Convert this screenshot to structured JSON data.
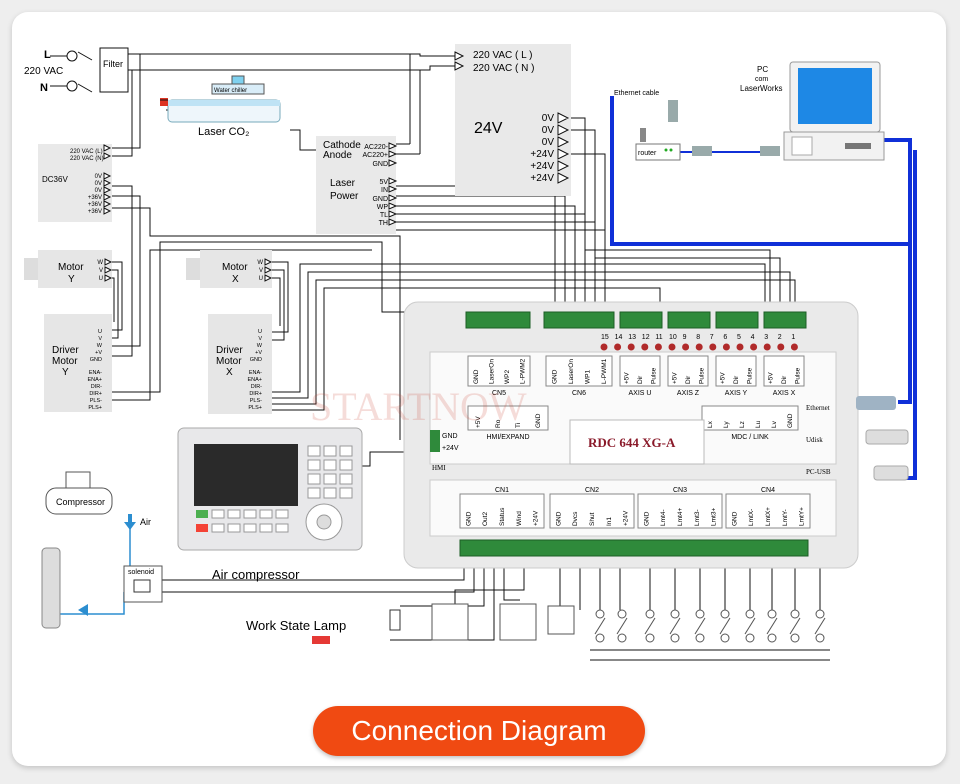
{
  "caption": "Connection Diagram",
  "mains": {
    "l": "L",
    "n": "N",
    "vac": "220 VAC",
    "filter": "Filter"
  },
  "water_chiller": "Water chiller",
  "laser_tube": "Laser CO₂",
  "cathode": "Cathode",
  "anode": "Anode",
  "laser_power": {
    "title_1": "Laser",
    "title_2": "Power",
    "inputs": [
      "AC220-",
      "AC220+",
      "GND"
    ],
    "pins": [
      "5V",
      "IN",
      "GND",
      "WP",
      "TL",
      "TH"
    ]
  },
  "psu_24v": {
    "title": "24V",
    "inputs": [
      "220 VAC ( L )",
      "220 VAC ( N )"
    ],
    "outputs": [
      "0V",
      "0V",
      "0V",
      "+24V",
      "+24V",
      "+24V"
    ]
  },
  "dc36": {
    "title": "DC36V",
    "inputs": [
      "220 VAC (L)",
      "220 VAC (N)"
    ],
    "pins": [
      "0V",
      "0V",
      "0V",
      "+36V",
      "+36V",
      "+36V"
    ]
  },
  "motor_y": {
    "title": "Motor",
    "sub": "Y",
    "pins": [
      "W",
      "V",
      "U"
    ]
  },
  "motor_x": {
    "title": "Motor",
    "sub": "X",
    "pins": [
      "W",
      "V",
      "U"
    ]
  },
  "driver_y": {
    "l1": "Driver",
    "l2": "Motor",
    "l3": "Y",
    "pins": [
      "U",
      "V",
      "W",
      "+V",
      "GND",
      "ENA-",
      "ENA+",
      "DIR-",
      "DIR+",
      "PLS-",
      "PLS+"
    ]
  },
  "driver_x": {
    "l1": "Driver",
    "l2": "Motor",
    "l3": "X",
    "pins": [
      "U",
      "V",
      "W",
      "+V",
      "GND",
      "ENA-",
      "ENA+",
      "DIR-",
      "DIR+",
      "PLS-",
      "PLS+"
    ]
  },
  "network": {
    "pc": "PC",
    "com": "com",
    "laserworks": "LaserWorks",
    "ethernet_cable": "Ethernet cable",
    "router": "router"
  },
  "controller": {
    "model": "RDC 644 XG-A",
    "ports": [
      "Ethernet",
      "Udisk",
      "PC-USB"
    ],
    "hmi": "HMI",
    "hmi_pins": [
      "GND",
      "+24V"
    ],
    "watermark": "STARTNOW",
    "top_numbers": [
      "15",
      "14",
      "13",
      "12",
      "11",
      "10",
      "9",
      "8",
      "7",
      "6",
      "5",
      "4",
      "3",
      "2",
      "1"
    ],
    "top_groups": [
      {
        "name": "CN5",
        "pins": [
          "GND",
          "LaserOn",
          "WP2",
          "L-PWM2"
        ]
      },
      {
        "name": "CN6",
        "pins": [
          "GND",
          "LaserOn",
          "WP1",
          "L-PWM1"
        ]
      },
      {
        "name": "AXIS U",
        "pins": [
          "+5V",
          "Dir",
          "Pulse"
        ]
      },
      {
        "name": "AXIS Z",
        "pins": [
          "+5V",
          "Dir",
          "Pulse"
        ]
      },
      {
        "name": "AXIS Y",
        "pins": [
          "+5V",
          "Dir",
          "Pulse"
        ]
      },
      {
        "name": "AXIS X",
        "pins": [
          "+5V",
          "Dir",
          "Pulse"
        ]
      }
    ],
    "mid_groups": [
      {
        "name": "HMI/EXPAND",
        "pins": [
          "+5V",
          "Ro",
          "Ti",
          "GND"
        ]
      },
      {
        "name": "MDC / LINK",
        "pins": [
          "Lx",
          "Ly",
          "Lz",
          "Lu",
          "Lv",
          "GND"
        ]
      }
    ],
    "bottom_groups": [
      {
        "name": "CN1",
        "pins": [
          "GND",
          "Out2",
          "Status",
          "Wind",
          "+24V"
        ]
      },
      {
        "name": "CN2",
        "pins": [
          "GND",
          "Dvcs",
          "Shut",
          "In1",
          "+24V"
        ]
      },
      {
        "name": "CN3",
        "pins": [
          "GND",
          "Lmt4-",
          "Lmt4+",
          "Lmt3-",
          "Lmt3+"
        ]
      },
      {
        "name": "CN4",
        "pins": [
          "GND",
          "LmtX-",
          "LmtX+",
          "LmtY-",
          "LmtY+"
        ]
      }
    ]
  },
  "compressor": "Compressor",
  "air": "Air",
  "solenoid": "solenoid",
  "air_compressor": "Air compressor",
  "work_state_lamp": "Work State Lamp"
}
